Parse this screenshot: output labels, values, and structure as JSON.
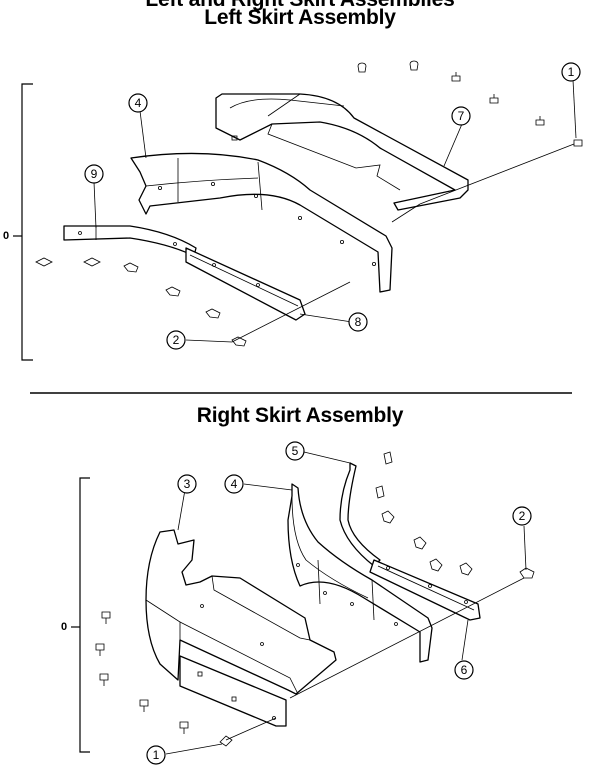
{
  "header": {
    "cut_title": "Left and Right Skirt Assemblies"
  },
  "sections": {
    "left": {
      "title": "Left Skirt Assembly",
      "zero_label": "0",
      "callouts": [
        "1",
        "2",
        "4",
        "7",
        "8",
        "9"
      ]
    },
    "right": {
      "title": "Right Skirt Assembly",
      "zero_label": "0",
      "callouts": [
        "1",
        "2",
        "3",
        "4",
        "5",
        "6"
      ]
    }
  }
}
